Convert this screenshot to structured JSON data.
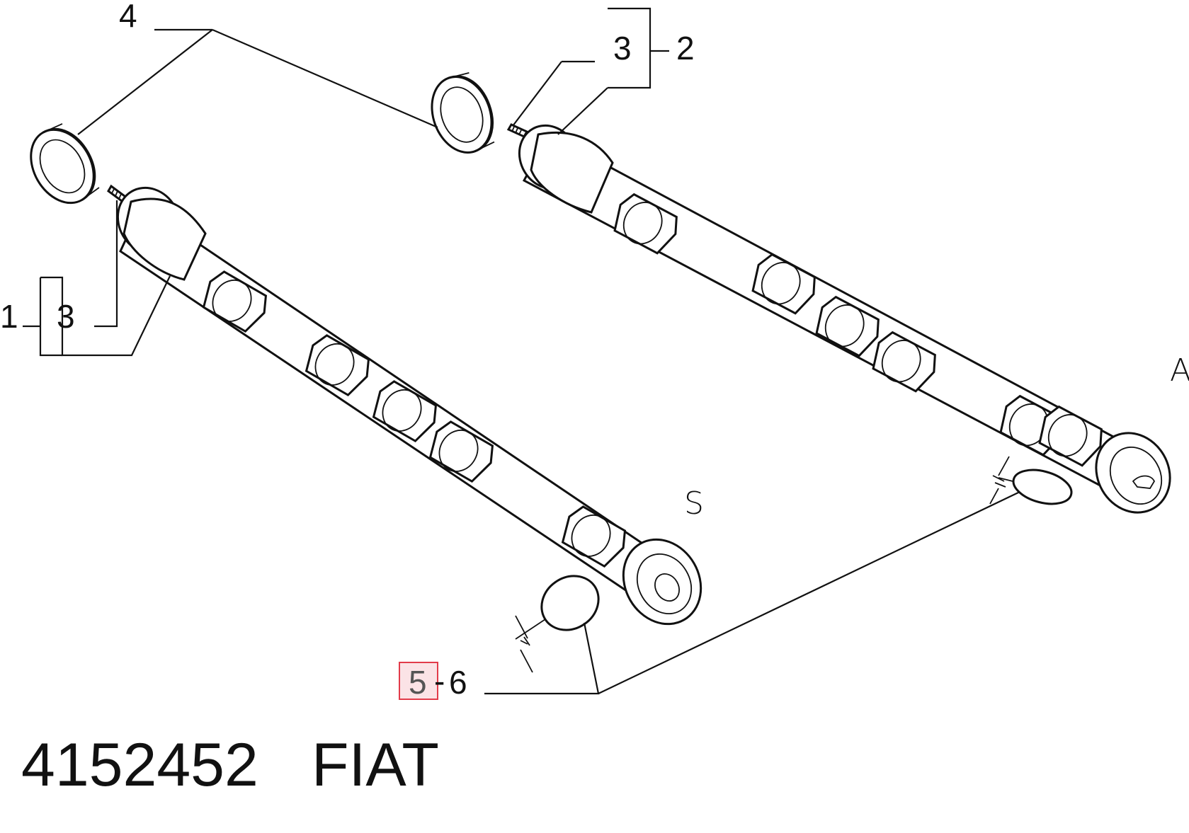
{
  "callouts": {
    "c1": "1",
    "c2": "2",
    "c3_left": "3",
    "c3_right": "3",
    "c4": "4",
    "c5": "5",
    "c5_dash": "-",
    "c6": "6"
  },
  "views": {
    "left": "S",
    "right": "A"
  },
  "footer": {
    "part_number": "4152452",
    "brand": "FIAT"
  },
  "highlight": {
    "item": "5",
    "color": "#e23b4a"
  }
}
